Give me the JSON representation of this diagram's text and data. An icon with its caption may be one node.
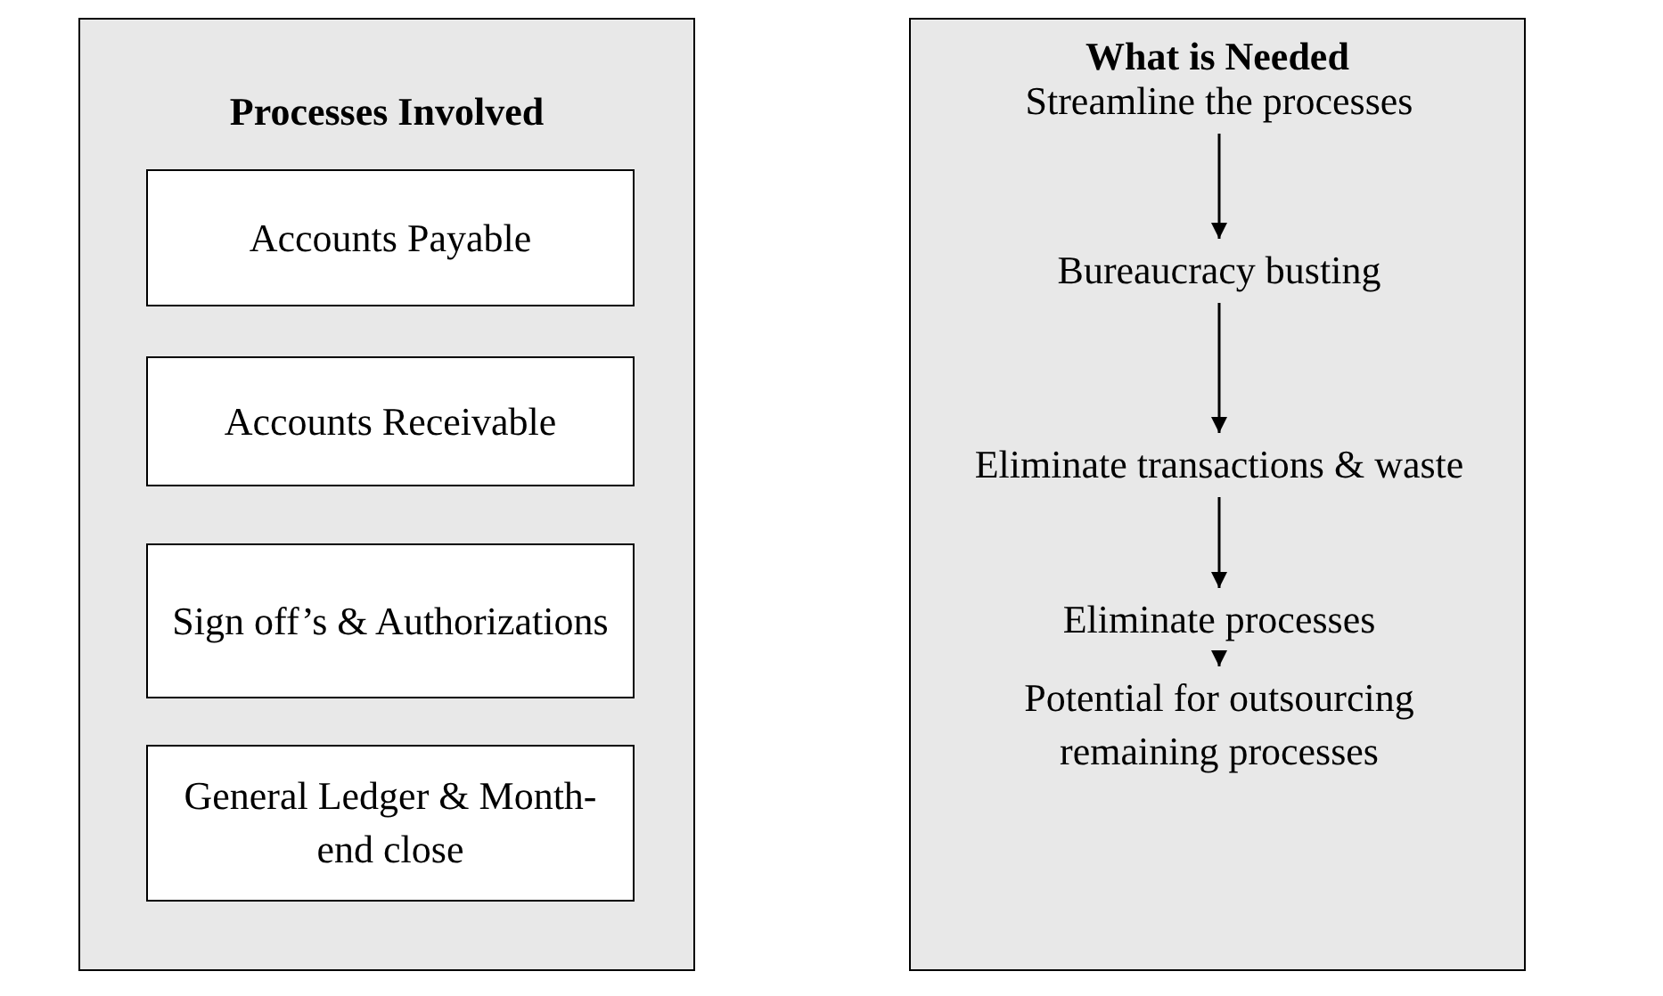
{
  "diagram": {
    "nodes": [
      {
        "text": [
          "Processes Involved"
        ]
      },
      {
        "text": [
          "Accounts Payable"
        ],
        "in": 0
      },
      {
        "text": [
          "Accounts Receivable"
        ],
        "in": 0
      },
      {
        "text": [
          "Sign off’s & Authorizations"
        ],
        "in": 0
      },
      {
        "text": [
          "General Ledger & Month-end close"
        ],
        "in": 0
      },
      {
        "text": [
          "What is Needed"
        ]
      },
      {
        "text": [
          "Streamline the processes"
        ],
        "in": 5
      },
      {
        "text": [
          "Bureaucracy busting"
        ],
        "in": 5
      },
      {
        "text": [
          "Eliminate transactions & waste"
        ],
        "in": 5
      },
      {
        "text": [
          "Eliminate processes"
        ],
        "in": 5
      },
      {
        "text": [
          "Potential for outsourcing remaining processes"
        ],
        "in": 5
      }
    ],
    "edges": [
      {
        "from": 6,
        "to": 7,
        "arrow": "to"
      },
      {
        "from": 7,
        "to": 8,
        "arrow": "to"
      },
      {
        "from": 8,
        "to": 9,
        "arrow": "to"
      },
      {
        "from": 9,
        "to": 10,
        "arrow": "to"
      }
    ]
  }
}
